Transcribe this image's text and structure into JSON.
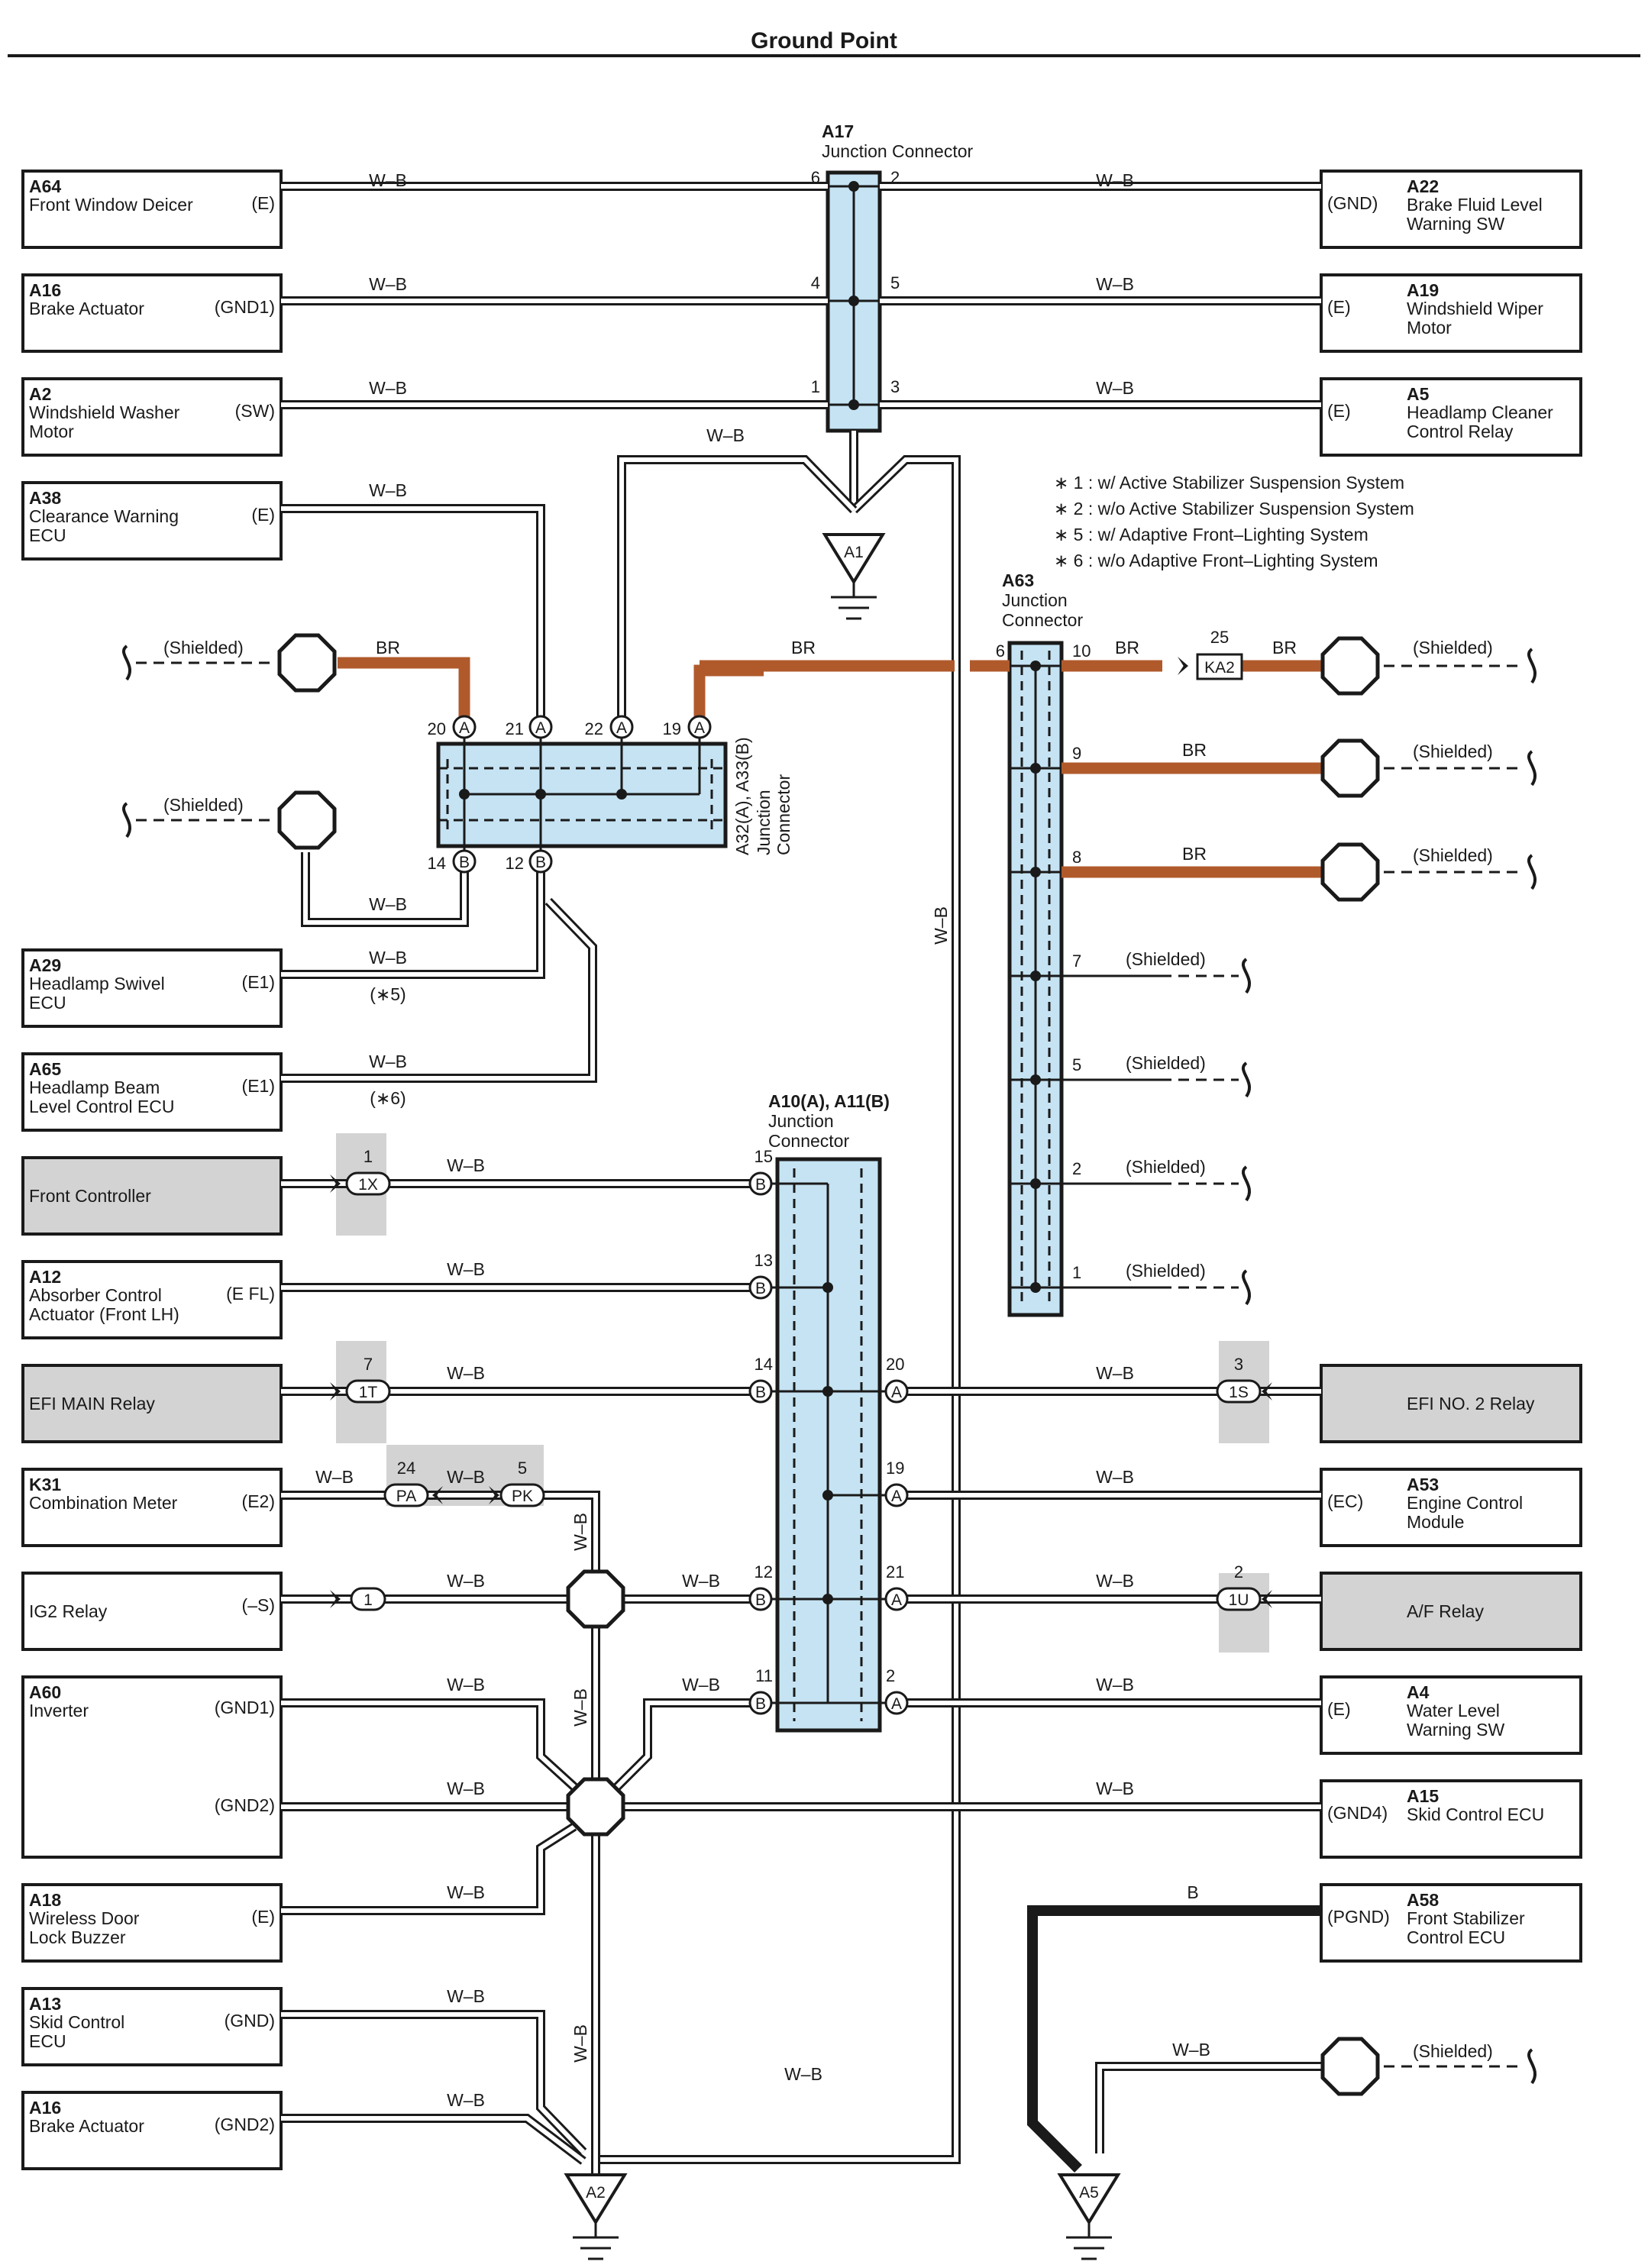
{
  "title": "Ground Point",
  "left_components": [
    {
      "code": "A64",
      "name": [
        "Front Window Deicer"
      ],
      "terminal": "(E)"
    },
    {
      "code": "A16",
      "name": [
        "Brake Actuator"
      ],
      "terminal": "(GND1)"
    },
    {
      "code": "A2",
      "name": [
        "Windshield Washer",
        "Motor"
      ],
      "terminal": "(SW)"
    },
    {
      "code": "A38",
      "name": [
        "Clearance Warning",
        "ECU"
      ],
      "terminal": "(E)"
    },
    {
      "code": "A29",
      "name": [
        "Headlamp Swivel",
        "ECU"
      ],
      "terminal": "(E1)"
    },
    {
      "code": "A65",
      "name": [
        "Headlamp Beam",
        "Level Control ECU"
      ],
      "terminal": "(E1)"
    },
    {
      "code": "",
      "name": [
        "Front Controller"
      ],
      "terminal": ""
    },
    {
      "code": "A12",
      "name": [
        "Absorber Control",
        "Actuator (Front LH)"
      ],
      "terminal": "(E FL)"
    },
    {
      "code": "",
      "name": [
        "EFI MAIN Relay"
      ],
      "terminal": ""
    },
    {
      "code": "K31",
      "name": [
        "Combination Meter"
      ],
      "terminal": "(E2)"
    },
    {
      "code": "",
      "name": [
        "IG2 Relay"
      ],
      "terminal": "(–S)"
    },
    {
      "code": "A60",
      "name": [
        "Inverter"
      ],
      "terminal": "(GND1)",
      "terminal2": "(GND2)"
    },
    {
      "code": "A18",
      "name": [
        "Wireless Door",
        "Lock Buzzer"
      ],
      "terminal": "(E)"
    },
    {
      "code": "A13",
      "name": [
        "Skid Control",
        "ECU"
      ],
      "terminal": "(GND)"
    },
    {
      "code": "A16",
      "name": [
        "Brake Actuator"
      ],
      "terminal": "(GND2)"
    }
  ],
  "right_components": [
    {
      "code": "A22",
      "name": [
        "Brake Fluid Level",
        "Warning SW"
      ],
      "terminal": "(GND)"
    },
    {
      "code": "A19",
      "name": [
        "Windshield Wiper",
        "Motor"
      ],
      "terminal": "(E)"
    },
    {
      "code": "A5",
      "name": [
        "Headlamp Cleaner",
        "Control Relay"
      ],
      "terminal": "(E)"
    },
    {
      "code": "",
      "name": [
        "EFI NO. 2 Relay"
      ],
      "terminal": ""
    },
    {
      "code": "A53",
      "name": [
        "Engine Control",
        "Module"
      ],
      "terminal": "(EC)"
    },
    {
      "code": "",
      "name": [
        "A/F Relay"
      ],
      "terminal": ""
    },
    {
      "code": "A4",
      "name": [
        "Water Level",
        "Warning SW"
      ],
      "terminal": "(E)"
    },
    {
      "code": "A15",
      "name": [
        "Skid Control ECU"
      ],
      "terminal": "(GND4)"
    },
    {
      "code": "A58",
      "name": [
        "Front Stabilizer",
        "Control ECU"
      ],
      "terminal": "(PGND)"
    }
  ],
  "junctions": {
    "a17": {
      "code": "A17",
      "name": "Junction Connector",
      "pins": [
        "6",
        "2",
        "4",
        "5",
        "1",
        "3"
      ]
    },
    "a32": {
      "name": [
        "A32(A), A33(B)",
        "Junction",
        "Connector"
      ],
      "top_pins": [
        "20",
        "21",
        "22",
        "19"
      ],
      "bottom_pins": [
        "14",
        "12"
      ]
    },
    "a63": {
      "code": "A63",
      "name": [
        "Junction",
        "Connector"
      ],
      "pins": [
        "6",
        "10",
        "9",
        "8",
        "7",
        "5",
        "2",
        "1"
      ]
    },
    "a10": {
      "name": [
        "A10(A), A11(B)",
        "Junction",
        "Connector"
      ],
      "left_pins": [
        "15",
        "13",
        "14",
        "12",
        "11"
      ],
      "right_pins": [
        "20",
        "19",
        "21",
        "2"
      ]
    }
  },
  "in_line_connectors": {
    "ka2": {
      "code": "KA2",
      "pin": "25"
    },
    "front_controller": {
      "code": "1X",
      "pin": "1"
    },
    "efi_main": {
      "code": "1T",
      "pin": "7"
    },
    "efi_no2": {
      "code": "1S",
      "pin": "3"
    },
    "combination_meter": [
      {
        "code": "PA",
        "pin": "24"
      },
      {
        "code": "PK",
        "pin": "5"
      }
    ],
    "ig2": {
      "code": "1",
      "pin": ""
    },
    "af_relay": {
      "code": "1U",
      "pin": "2"
    }
  },
  "grounds": [
    "A1",
    "A2",
    "A5"
  ],
  "wire_labels": {
    "wb": "W–B",
    "br": "BR",
    "b": "B",
    "shielded": "(Shielded)"
  },
  "circle_letters": {
    "a": "A",
    "b": "B"
  },
  "variant_marks": {
    "m5": "(∗5)",
    "m6": "(∗6)"
  },
  "notes": [
    "∗ 1 : w/ Active Stabilizer Suspension System",
    "∗ 2 : w/o Active Stabilizer Suspension System",
    "∗ 5 : w/ Adaptive Front–Lighting System",
    "∗ 6 : w/o Adaptive Front–Lighting System"
  ],
  "colors": {
    "connector_fill": "#c5e3f3",
    "relay_fill": "#d3d3d3",
    "br_wire": "#b05a2c",
    "wire": "#1a1a1a"
  }
}
